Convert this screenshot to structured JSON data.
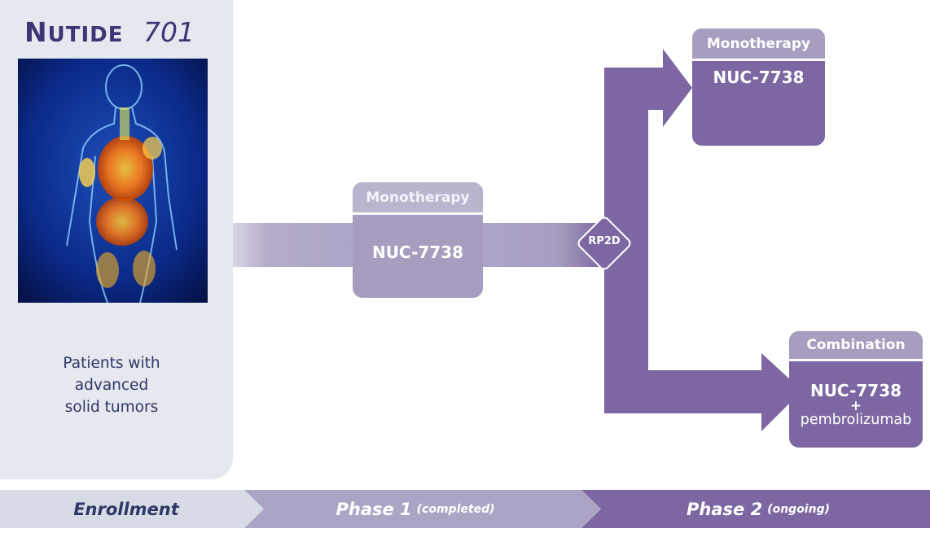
{
  "logo": {
    "text": "NUTIDE 701",
    "color": "#3b3675"
  },
  "enrollment": {
    "caption_lines": [
      "Patients with",
      "advanced",
      "solid tumors"
    ]
  },
  "phase1_box": {
    "header": "Monotherapy",
    "body": "NUC-7738"
  },
  "decision": {
    "label": "RP2D"
  },
  "phase2_mono_box": {
    "header": "Monotherapy",
    "body": "NUC-7738"
  },
  "phase2_combo_box": {
    "header": "Combination",
    "body_line1": "NUC-7738",
    "body_plus": "+",
    "body_line2": "pembrolizumab"
  },
  "phase_bar": {
    "enrollment": "Enrollment",
    "phase1": "Phase 1",
    "phase1_note": "(completed)",
    "phase2": "Phase 2",
    "phase2_note": "(ongoing)"
  },
  "colors": {
    "dark_purple": "#7c67a2",
    "light_purple": "#a79ebf",
    "panel": "#e5e8ef",
    "navy": "#2e3766"
  }
}
